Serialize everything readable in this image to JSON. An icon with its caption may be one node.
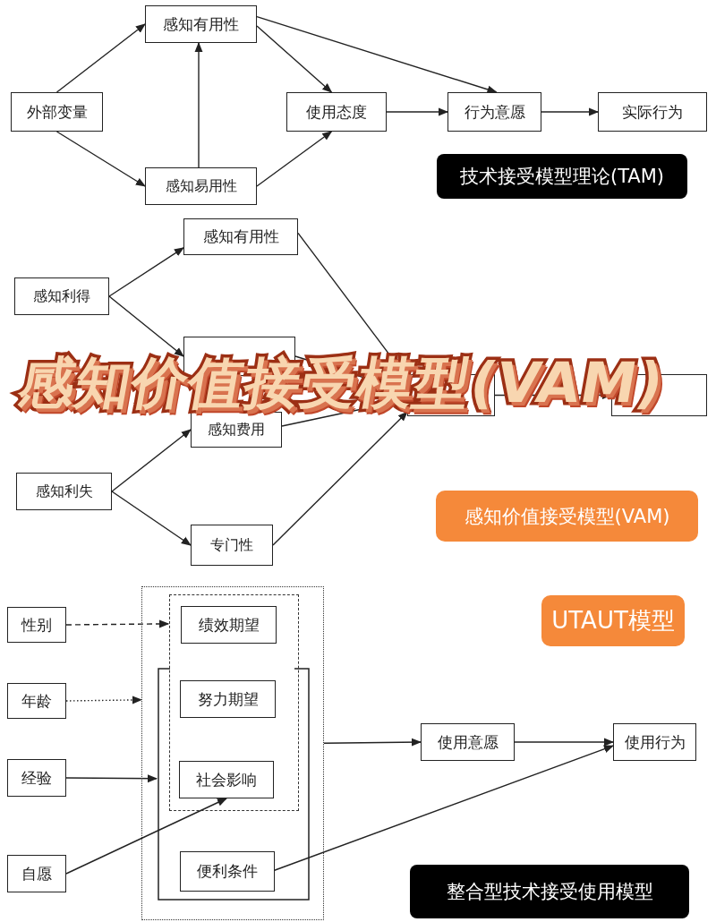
{
  "diagram": {
    "title": "感知价值接受模型(VAM)",
    "nodes": [
      {
        "text": [
          "外部变量"
        ]
      },
      {
        "text": [
          "感知有用性"
        ]
      },
      {
        "text": [
          "感知易用性"
        ]
      },
      {
        "text": [
          "使用态度"
        ]
      },
      {
        "text": [
          "行为意愿"
        ]
      },
      {
        "text": [
          "实际行为"
        ]
      },
      {
        "text": [
          "技术接受模型理论(TAM)"
        ]
      },
      {
        "text": [
          "感知有用性"
        ]
      },
      {
        "text": [
          "感知利得"
        ]
      },
      {
        "text": [],
        "shape": "box"
      },
      {
        "text": [
          "感知费用"
        ]
      },
      {
        "text": [
          "感知利失"
        ]
      },
      {
        "text": [
          "专门性"
        ]
      },
      {
        "text": [],
        "shape": "box"
      },
      {
        "text": [],
        "shape": "box"
      },
      {
        "text": [
          "感知价值接受模型(VAM)"
        ]
      },
      {
        "text": [],
        "shape": "box"
      },
      {
        "text": [],
        "shape": "box",
        "in": 16
      },
      {
        "text": [],
        "shape": "box",
        "in": 16
      },
      {
        "text": [
          "绩效期望"
        ],
        "in": 17
      },
      {
        "text": [
          "努力期望"
        ]
      },
      {
        "text": [
          "社会影响"
        ]
      },
      {
        "text": [
          "便利条件"
        ],
        "in": 18
      },
      {
        "text": [
          "性别"
        ]
      },
      {
        "text": [
          "年龄"
        ]
      },
      {
        "text": [
          "经验"
        ]
      },
      {
        "text": [
          "自愿"
        ]
      },
      {
        "text": [
          "使用意愿"
        ]
      },
      {
        "text": [
          "使用行为"
        ]
      },
      {
        "text": [
          "UTAUT模型"
        ]
      },
      {
        "text": [
          "整合型技术接受使用模型"
        ]
      }
    ],
    "edges": [
      {
        "from": 0,
        "to": 1,
        "arrow": "to"
      },
      {
        "from": 0,
        "to": 2,
        "arrow": "to"
      },
      {
        "from": 2,
        "to": 1,
        "arrow": "to"
      },
      {
        "from": 1,
        "to": 3,
        "arrow": "to"
      },
      {
        "from": 2,
        "to": 3,
        "arrow": "to"
      },
      {
        "from": 1,
        "to": 4,
        "arrow": "to"
      },
      {
        "from": 3,
        "to": 4,
        "arrow": "to"
      },
      {
        "from": 4,
        "to": 5,
        "arrow": "to"
      },
      {
        "from": 8,
        "to": 7,
        "arrow": "to"
      },
      {
        "from": 8,
        "to": 9,
        "arrow": "to"
      },
      {
        "from": 11,
        "to": 10,
        "arrow": "to"
      },
      {
        "from": 11,
        "to": 12,
        "arrow": "to"
      },
      {
        "from": 7,
        "to": 13,
        "arrow": "to"
      },
      {
        "from": 9,
        "to": 13,
        "arrow": "to"
      },
      {
        "from": 10,
        "to": 13,
        "arrow": "to"
      },
      {
        "from": 12,
        "to": 13,
        "arrow": "to"
      },
      {
        "from": 13,
        "to": 14,
        "arrow": "to"
      },
      {
        "from": 23,
        "to": 17,
        "arrow": "to",
        "style": "dashed"
      },
      {
        "from": 24,
        "to": 16,
        "arrow": "to",
        "style": "dashed"
      },
      {
        "from": 25,
        "to": 18,
        "arrow": "to"
      },
      {
        "from": 26,
        "to": 21,
        "arrow": "to"
      },
      {
        "from": 22,
        "to": 28,
        "arrow": "to"
      },
      {
        "from": 16,
        "to": 27,
        "arrow": "to"
      },
      {
        "from": 27,
        "to": 28,
        "arrow": "to"
      }
    ]
  }
}
